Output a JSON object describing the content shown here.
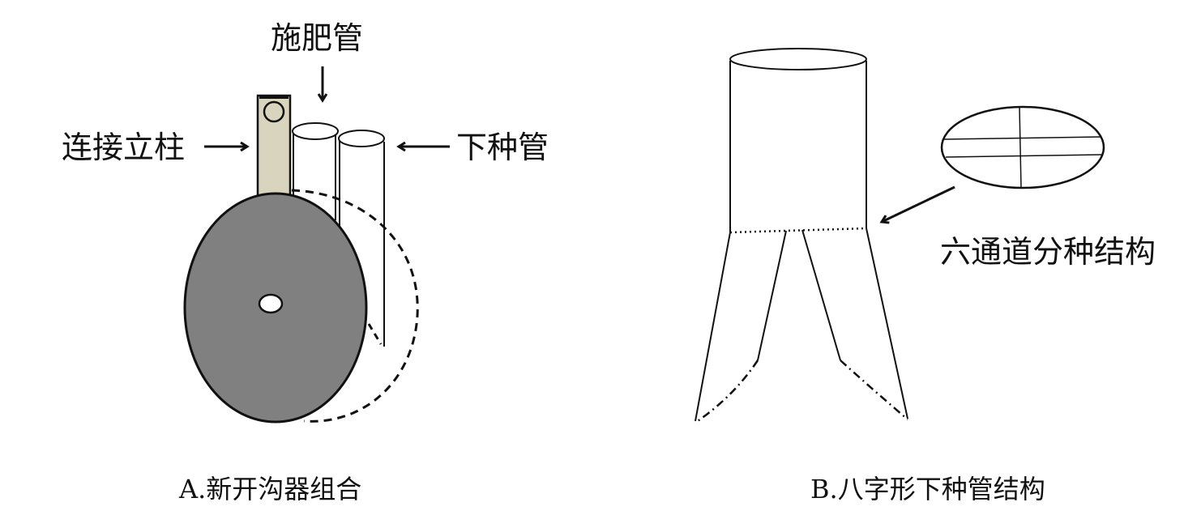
{
  "panel_a": {
    "caption": "A.新开沟器组合",
    "label_fertilizer_tube": "施肥管",
    "label_support_column": "连接立柱",
    "label_seed_tube": "下种管"
  },
  "panel_b": {
    "caption": "B.八字形下种管结构",
    "label_six_channel": "六通道分种结构"
  },
  "colors": {
    "stroke": "#111111",
    "disc_fill": "#808080",
    "column_fill": "#d8d4bd",
    "background": "#ffffff"
  },
  "icons": [
    "arrow-icon"
  ]
}
